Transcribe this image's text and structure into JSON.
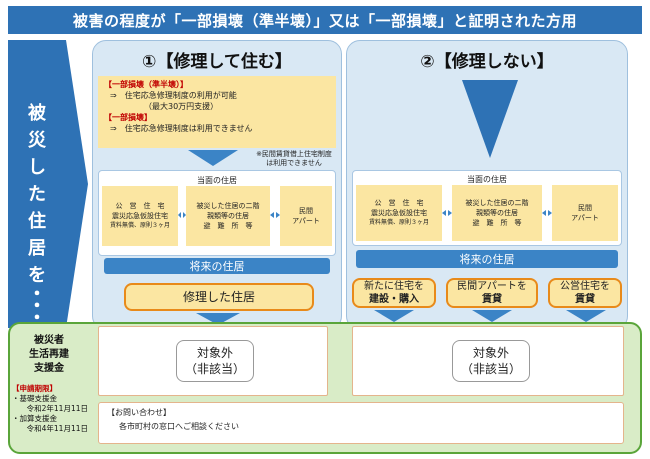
{
  "header": {
    "title": "被害の程度が「一部損壊（準半壊）」又は「一部損壊」と証明された方用"
  },
  "sidebar": {
    "text_chars": [
      "被",
      "災",
      "し",
      "た",
      "住",
      "居",
      "を",
      "・",
      "・",
      "・"
    ]
  },
  "left_panel": {
    "title": "①【修理して住む】",
    "info": {
      "h1": "【一部損壊（準半壊）】",
      "l1": "⇒　住宅応急修理制度の利用が可能",
      "l2": "（最大30万円支援）",
      "h2": "【一部損壊】",
      "l3": "⇒　住宅応急修理制度は利用できません"
    },
    "note_1": "※民間賃貸借上住宅制度",
    "note_2": "は利用できません",
    "temp_label": "当面の住居",
    "cell1": {
      "l1": "公　営　住　宅",
      "l2": "震災応急仮設住宅",
      "l3": "賃料無償、原則３ヶ月"
    },
    "cell2": {
      "l1": "被災した住居の二階",
      "l2": "親類等の住居",
      "l3": "避　難　所　等"
    },
    "cell3": {
      "l1": "民間",
      "l2": "アパート"
    },
    "future_label": "将来の住居",
    "outcome": "修理した住居",
    "support": {
      "l1": "対象外",
      "l2": "（非該当）"
    }
  },
  "right_panel": {
    "title": "②【修理しない】",
    "temp_label": "当面の住居",
    "cell1": {
      "l1": "公　営　住　宅",
      "l2": "震災応急仮設住宅",
      "l3": "賃料無償、原則３ヶ月"
    },
    "cell2": {
      "l1": "被災した住居の二階",
      "l2": "親類等の住居",
      "l3": "避　難　所　等"
    },
    "cell3": {
      "l1": "民間",
      "l2": "アパート"
    },
    "future_label": "将来の住居",
    "outcomes": [
      {
        "l1": "新たに住宅を",
        "l2": "建設・購入"
      },
      {
        "l1": "民間アパートを",
        "l2": "賃貸"
      },
      {
        "l1": "公営住宅を",
        "l2": "賃貸"
      }
    ],
    "support": {
      "l1": "対象外",
      "l2": "（非該当）"
    }
  },
  "support_section": {
    "label_1": "被災者",
    "label_2": "生活再建",
    "label_3": "支援金",
    "deadline_label": "【申請期限】",
    "basic_label": "・基礎支援金",
    "basic_date": "令和2年11月11日",
    "extra_label": "・加算支援金",
    "extra_date": "令和4年11月11日"
  },
  "contact": {
    "label": "【お問い合わせ】",
    "text": "各市町村の窓口へご相談ください"
  },
  "colors": {
    "blue": "#2e72b5",
    "yellow": "#fbe6a2",
    "orange": "#e88a1a",
    "green": "#5aa53a"
  }
}
